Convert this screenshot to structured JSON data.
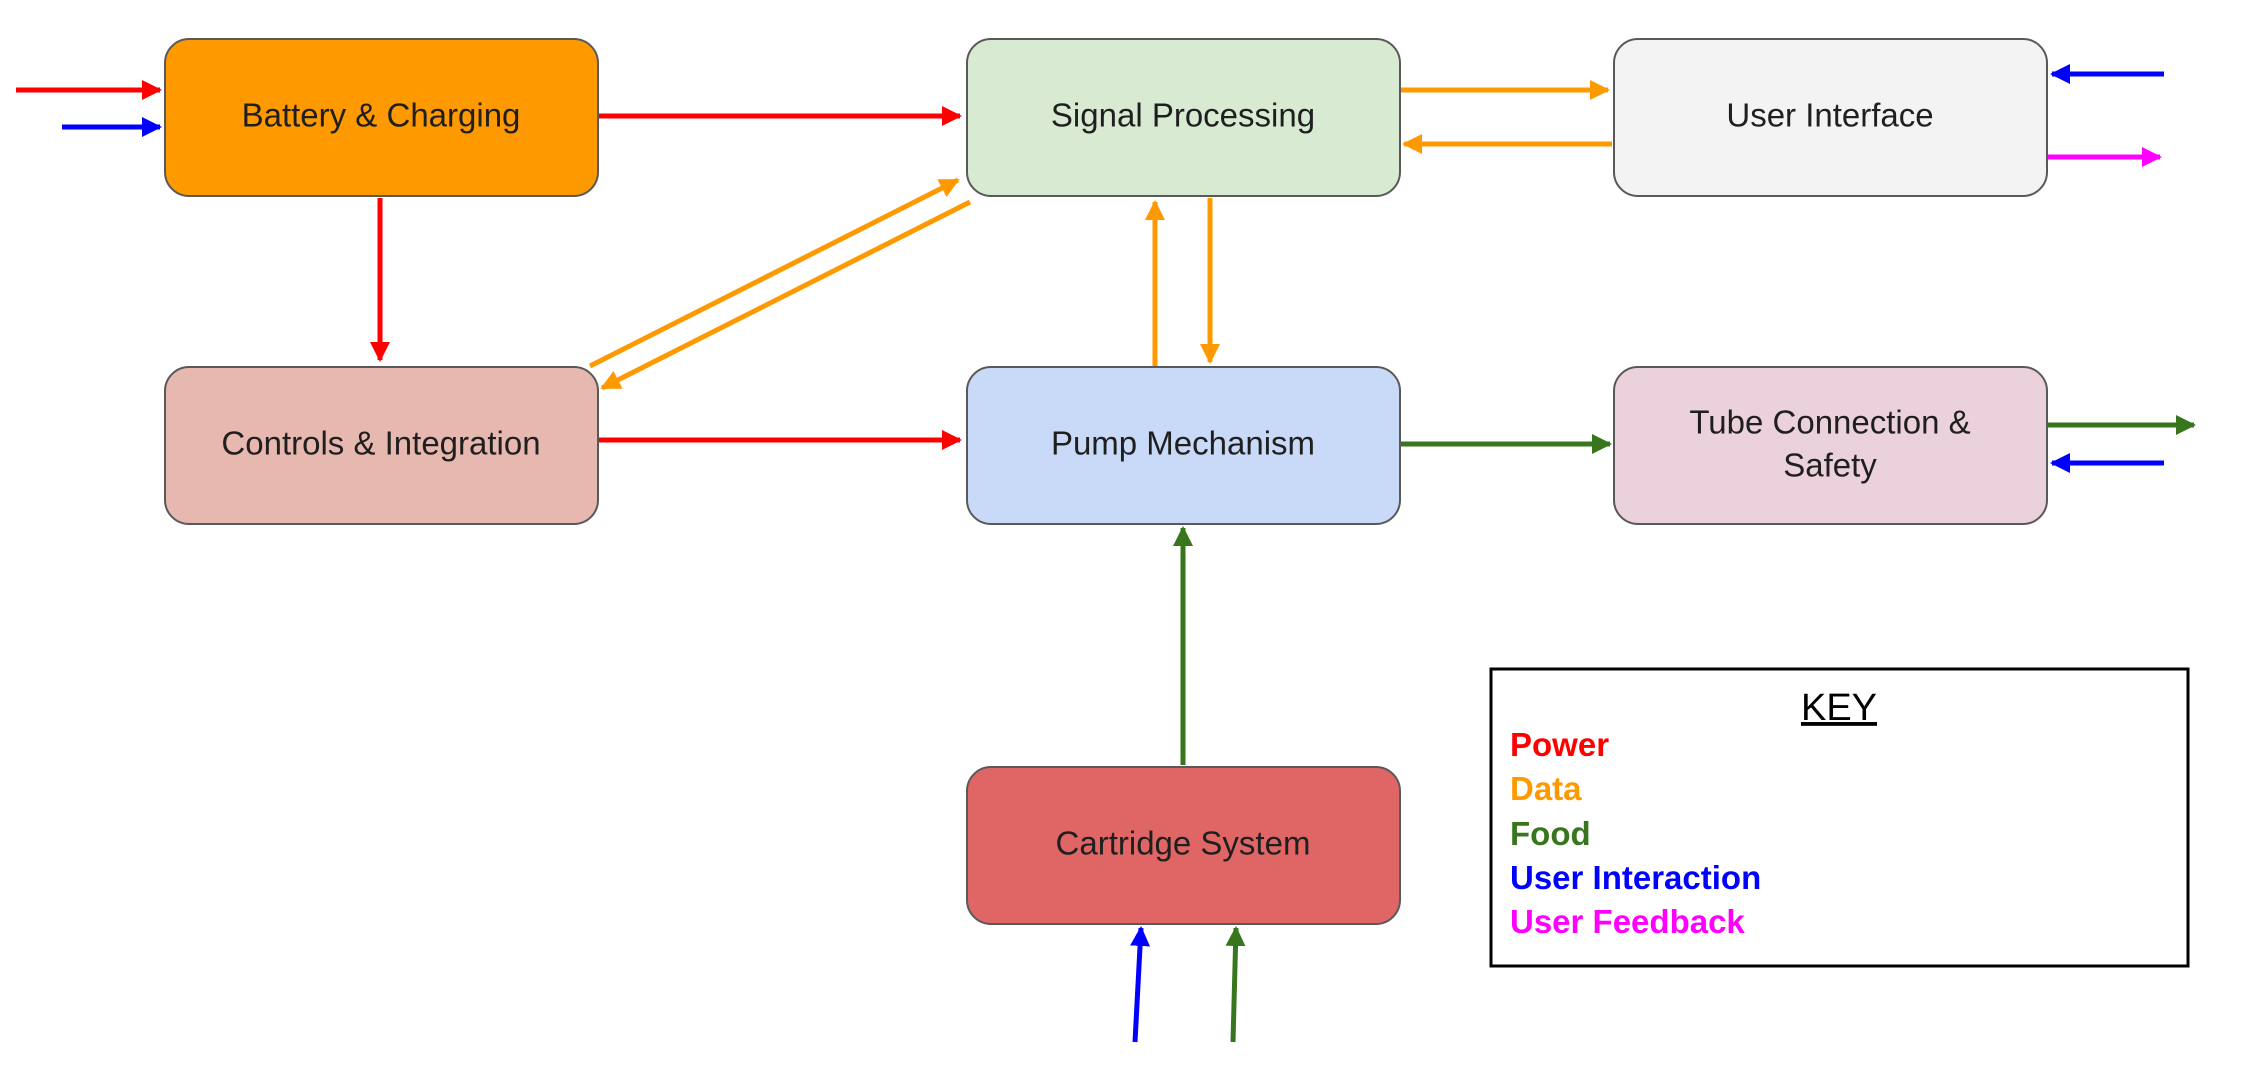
{
  "blocks": {
    "battery": {
      "label": "Battery & Charging",
      "fill": "#ff9900"
    },
    "signal": {
      "label": "Signal Processing",
      "fill": "#d9ead3"
    },
    "ui": {
      "label": "User Interface",
      "fill": "#f3f3f3"
    },
    "controls": {
      "label": "Controls & Integration",
      "fill": "#e6b8af"
    },
    "pump": {
      "label": "Pump Mechanism",
      "fill": "#c9daf8"
    },
    "tube": {
      "label_line1": "Tube Connection &",
      "label_line2": "Safety",
      "fill": "#ead1dc"
    },
    "cartridge": {
      "label": "Cartridge System",
      "fill": "#e06666"
    }
  },
  "key": {
    "title": "KEY",
    "entries": [
      {
        "label": "Power",
        "color": "#ff0000"
      },
      {
        "label": "Data",
        "color": "#ff9900"
      },
      {
        "label": "Food",
        "color": "#38761d"
      },
      {
        "label": "User Interaction",
        "color": "#0000ff"
      },
      {
        "label": "User Feedback",
        "color": "#ff00ff"
      }
    ]
  },
  "colors": {
    "power": "#ff0000",
    "data": "#ff9900",
    "food": "#38761d",
    "user_interaction": "#0000ff",
    "user_feedback": "#ff00ff",
    "block_border": "#595959"
  }
}
